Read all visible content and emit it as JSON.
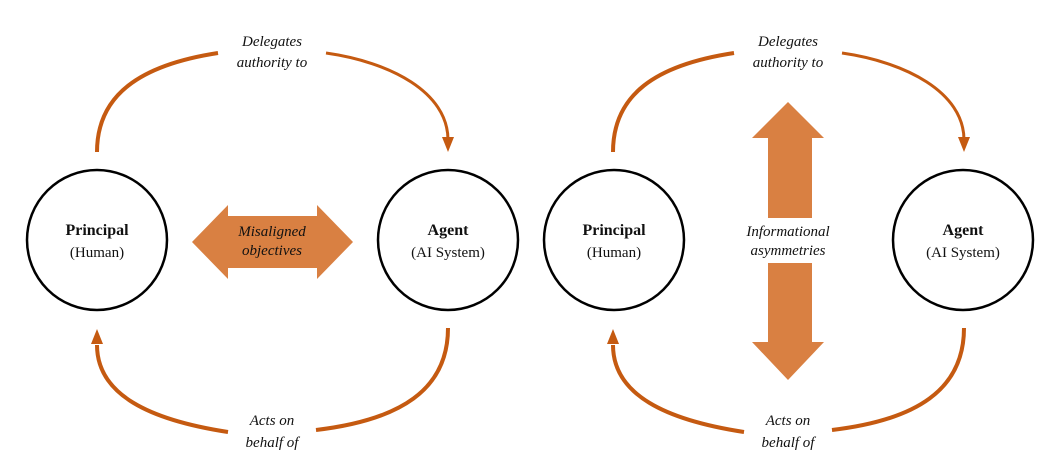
{
  "colors": {
    "curve": "#c55a11",
    "block_arrow": "#d98042",
    "circle_stroke": "#000000",
    "text": "#111111"
  },
  "panels": [
    {
      "principal": {
        "title": "Principal",
        "subtitle": "(Human)"
      },
      "agent": {
        "title": "Agent",
        "subtitle": "(AI System)"
      },
      "top_label": [
        "Delegates",
        "authority to"
      ],
      "bottom_label": [
        "Acts on",
        "behalf of"
      ],
      "center_label": [
        "Misaligned",
        "objectives"
      ],
      "center_arrow": "horizontal-double-arrow-icon"
    },
    {
      "principal": {
        "title": "Principal",
        "subtitle": "(Human)"
      },
      "agent": {
        "title": "Agent",
        "subtitle": "(AI System)"
      },
      "top_label": [
        "Delegates",
        "authority to"
      ],
      "bottom_label": [
        "Acts on",
        "behalf of"
      ],
      "center_label": [
        "Informational",
        "asymmetries"
      ],
      "center_arrow": "vertical-double-arrow-icon"
    }
  ]
}
